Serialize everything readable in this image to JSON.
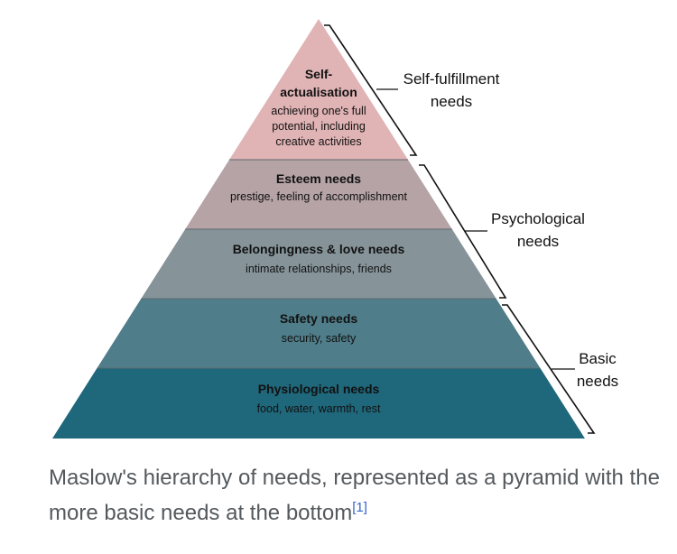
{
  "diagram": {
    "tiers": [
      {
        "title_lines": [
          "Self-",
          "actualisation"
        ],
        "desc_lines": [
          "achieving one's full",
          "potential, including",
          "creative activities"
        ],
        "color": "#e0b3b5"
      },
      {
        "title_lines": [
          "Esteem needs"
        ],
        "desc_lines": [
          "prestige, feeling of accomplishment"
        ],
        "color": "#b5a3a6"
      },
      {
        "title_lines": [
          "Belongingness & love needs"
        ],
        "desc_lines": [
          "intimate relationships, friends"
        ],
        "color": "#86949a"
      },
      {
        "title_lines": [
          "Safety needs"
        ],
        "desc_lines": [
          "security, safety"
        ],
        "color": "#4f7d89"
      },
      {
        "title_lines": [
          "Physiological needs"
        ],
        "desc_lines": [
          "food, water, warmth, rest"
        ],
        "color": "#1f677a"
      }
    ],
    "groups": [
      {
        "label_lines": [
          "Self-fulfillment",
          "needs"
        ]
      },
      {
        "label_lines": [
          "Psychological",
          "needs"
        ]
      },
      {
        "label_lines": [
          "Basic",
          "needs"
        ]
      }
    ],
    "divider_color": "#5d6a70"
  },
  "caption": {
    "text": "Maslow's hierarchy of needs, represented as a pyramid with the more basic needs at the bottom",
    "ref": "[1]"
  }
}
